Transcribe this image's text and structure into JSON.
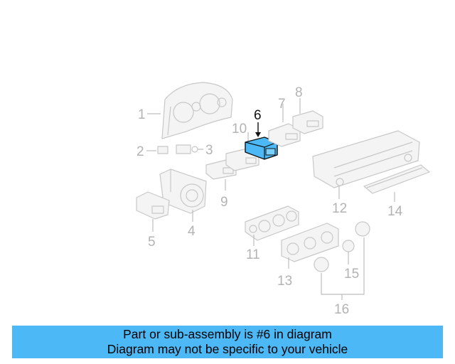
{
  "diagram": {
    "highlighted_part": "6",
    "callouts": [
      "1",
      "2",
      "3",
      "4",
      "5",
      "6",
      "7",
      "8",
      "9",
      "10",
      "11",
      "12",
      "13",
      "14",
      "15",
      "16"
    ],
    "colors": {
      "highlight": "#4cb9f6",
      "line_art": "#c8c8c8",
      "callout_text": "#b3b3b3",
      "banner": "#4cb9f6"
    }
  },
  "caption": {
    "line1": "Part or sub-assembly is #6 in diagram",
    "line2": "Diagram may not be specific to your vehicle"
  }
}
